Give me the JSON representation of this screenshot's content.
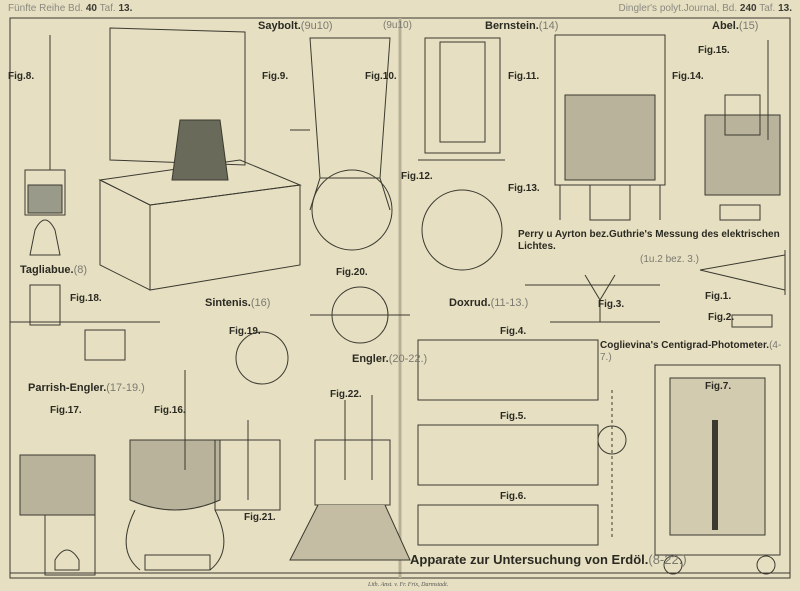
{
  "header": {
    "left": {
      "series": "Fünfte Reihe Bd.",
      "volume": "40",
      "taf_label": "Taf.",
      "taf": "13."
    },
    "right": {
      "journal": "Dingler's polyt.Journal, Bd.",
      "volume": "240",
      "taf_label": "Taf.",
      "taf": "13."
    }
  },
  "captions": {
    "saybolt": "Saybolt.",
    "saybolt_ref": "(9u10)",
    "saybolt_ref2": "(9u10)",
    "bernstein": "Bernstein.",
    "bernstein_ref": "(14)",
    "abel": "Abel.",
    "abel_ref": "(15)",
    "tagliabue": "Tagliabue.",
    "tagliabue_ref": "(8)",
    "sintenis": "Sintenis.",
    "sintenis_ref": "(16)",
    "doxrud": "Doxrud.",
    "doxrud_ref": "(11-13.)",
    "perry": "Perry u Ayrton bez.Guthrie's Messung des elektrischen Lichtes.",
    "perry_ref": "(1u.2 bez. 3.)",
    "coglievina": "Coglievina's Centigrad-Photometer.",
    "coglievina_ref": "(4-7.)",
    "engler": "Engler.",
    "engler_ref": "(20-22.)",
    "parrish": "Parrish-Engler.",
    "parrish_ref": "(17-19.)",
    "title": "Apparate zur Untersuchung von Erdöl.",
    "title_ref": "(8-22.)"
  },
  "figures": {
    "fig1": "Fig.1.",
    "fig2": "Fig.2.",
    "fig3": "Fig.3.",
    "fig4": "Fig.4.",
    "fig5": "Fig.5.",
    "fig6": "Fig.6.",
    "fig7": "Fig.7.",
    "fig8": "Fig.8.",
    "fig9": "Fig.9.",
    "fig10": "Fig.10.",
    "fig11": "Fig.11.",
    "fig12": "Fig.12.",
    "fig13": "Fig.13.",
    "fig14": "Fig.14.",
    "fig15": "Fig.15.",
    "fig16": "Fig.16.",
    "fig17": "Fig.17.",
    "fig18": "Fig.18.",
    "fig19": "Fig.19.",
    "fig20": "Fig.20.",
    "fig21": "Fig.21.",
    "fig22": "Fig.22."
  },
  "imprint": "Lith. Anst. v. Fr. Frix, Darmstadt."
}
